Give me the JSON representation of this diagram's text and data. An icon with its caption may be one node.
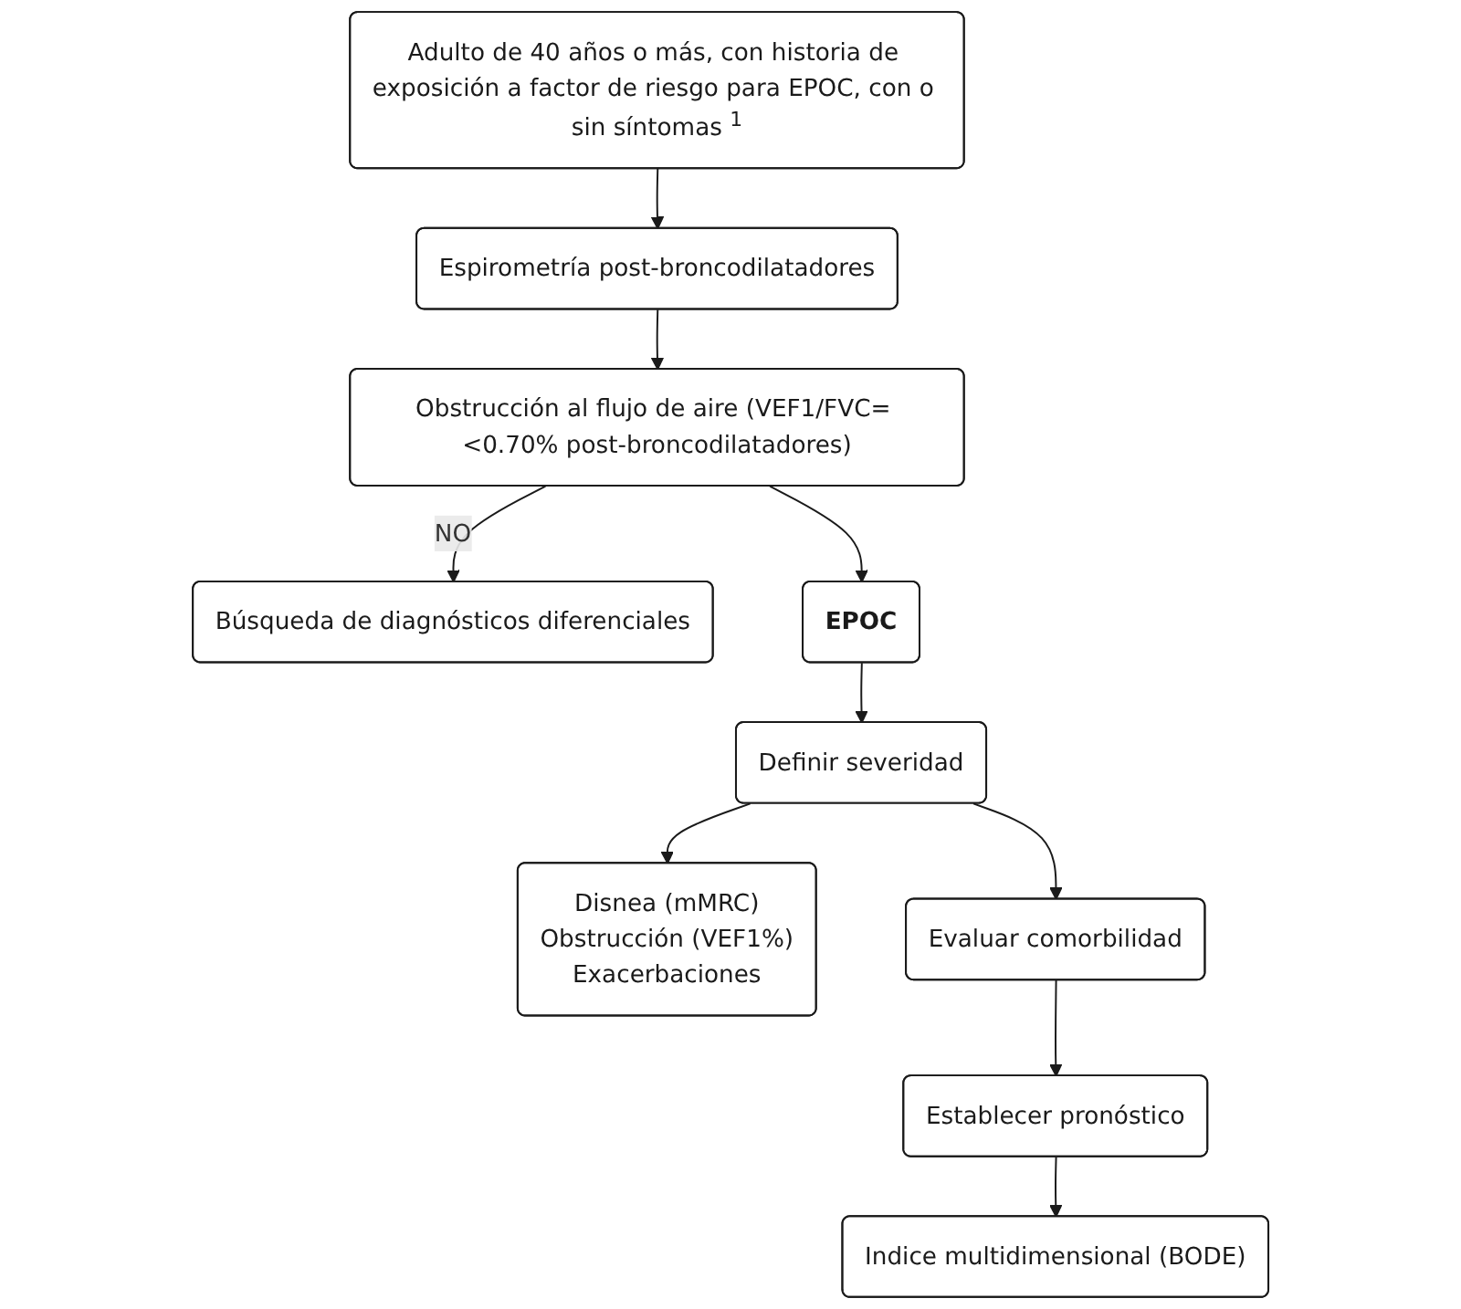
{
  "diagram": {
    "nodes": [
      {
        "text": [
          "Adulto de 40 años o más, con historia de exposición a factor de riesgo para EPOC, con o sin síntomas $^{1}$"
        ]
      },
      {
        "text": [
          "Espirometría post-broncodilatadores"
        ]
      },
      {
        "text": [
          "Obstrucción al flujo de aire (VEF1/FVC= <0.70% post-broncodilatadores)"
        ]
      },
      {
        "text": [
          "Búsqueda de diagnósticos diferenciales"
        ]
      },
      {
        "text": [
          "EPOC"
        ]
      },
      {
        "text": [
          "Definir severidad"
        ]
      },
      {
        "text": [
          "Disnea (mMRC)",
          "Obstrucción (VEF1%)",
          "Exacerbaciones"
        ]
      },
      {
        "text": [
          "Evaluar comorbilidad"
        ]
      },
      {
        "text": [
          "Establecer pronóstico"
        ]
      },
      {
        "text": [
          "Indice multidimensional (BODE)"
        ]
      }
    ],
    "edges": [
      {
        "from": 0,
        "to": 1,
        "arrow": "to"
      },
      {
        "from": 1,
        "to": 2,
        "arrow": "to"
      },
      {
        "from": 2,
        "to": 3,
        "arrow": "to",
        "label": "NO"
      },
      {
        "from": 2,
        "to": 4,
        "arrow": "to"
      },
      {
        "from": 4,
        "to": 5,
        "arrow": "to"
      },
      {
        "from": 5,
        "to": 6,
        "arrow": "to"
      },
      {
        "from": 5,
        "to": 7,
        "arrow": "to"
      },
      {
        "from": 7,
        "to": 8,
        "arrow": "to"
      },
      {
        "from": 8,
        "to": 9,
        "arrow": "to"
      }
    ]
  }
}
